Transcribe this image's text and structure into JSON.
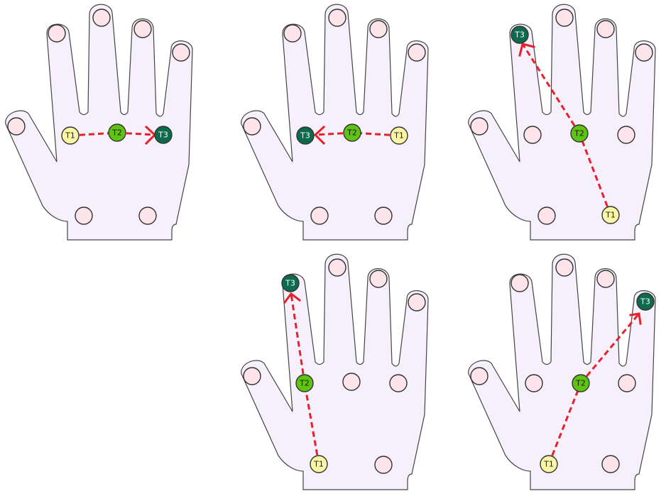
{
  "colors": {
    "t1_fill": "#fbf6a4",
    "t2_fill": "#5ec311",
    "t3_fill": "#0d6b4d",
    "t1_text": "#222222",
    "t2_text": "#1a1a1a",
    "t3_text": "#ffffff",
    "path": "#e8202a",
    "hand": "#f5f0fb",
    "pad": "#fde4ea"
  },
  "targets": {
    "t1": "T1",
    "t2": "T2",
    "t3": "T3"
  },
  "panels": [
    {
      "id": "panel-1",
      "direction": "left-to-right"
    },
    {
      "id": "panel-2",
      "direction": "right-to-left"
    },
    {
      "id": "panel-3",
      "direction": "lower-right-to-upper-left"
    },
    {
      "id": "panel-4",
      "direction": "bottom-to-top"
    },
    {
      "id": "panel-5",
      "direction": "lower-left-to-upper-right"
    }
  ]
}
